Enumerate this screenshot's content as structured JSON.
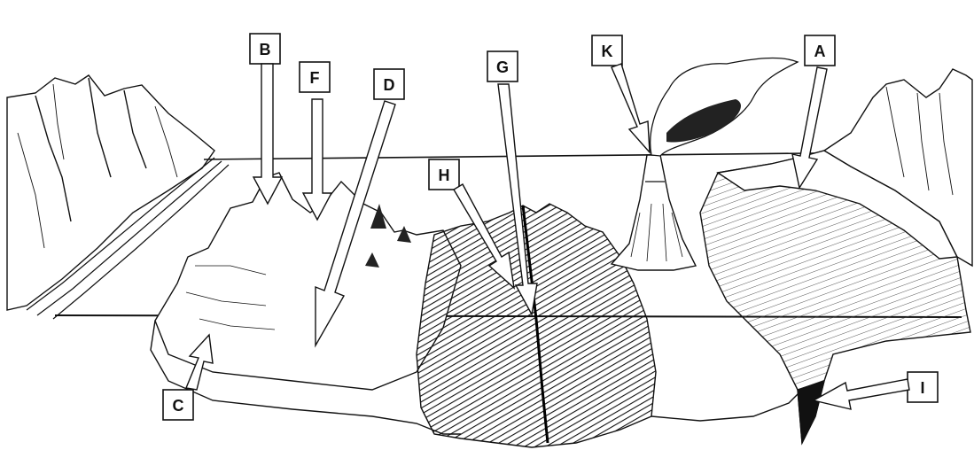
{
  "diagram": {
    "labels": {
      "A": "A",
      "B": "B",
      "C": "C",
      "D": "D",
      "F": "F",
      "G": "G",
      "H": "H",
      "I": "I",
      "K": "K"
    }
  },
  "colors": {
    "ink": "#111111",
    "shade": "#3a3a3a",
    "paper": "#ffffff"
  }
}
